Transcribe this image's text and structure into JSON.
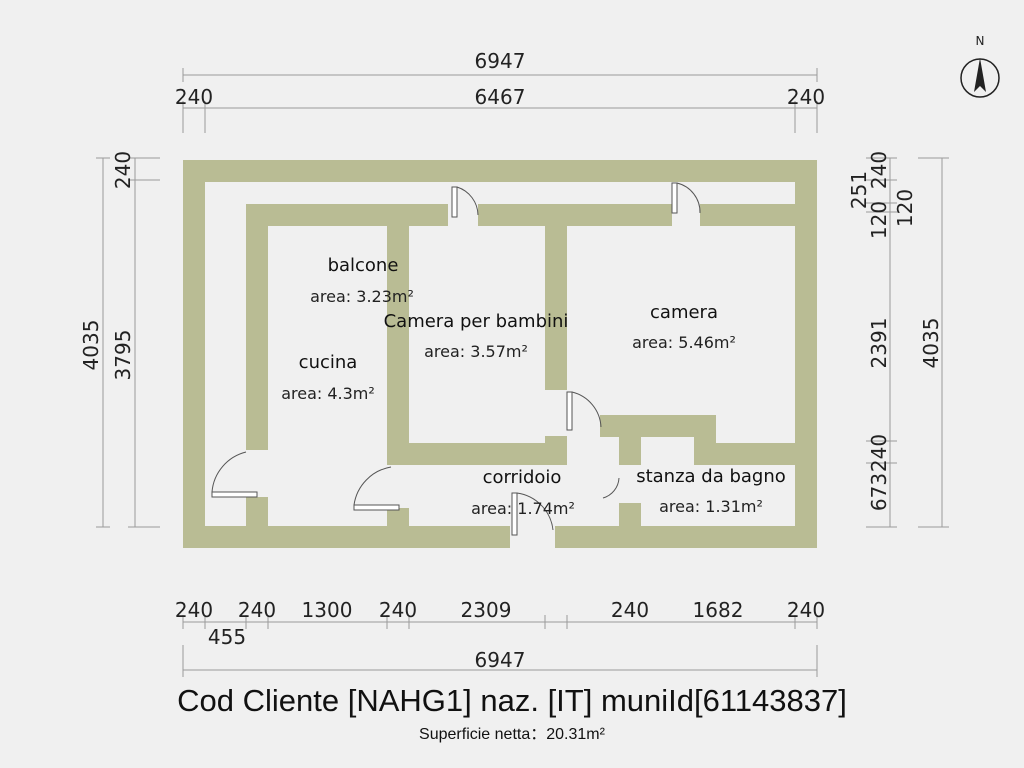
{
  "compass": {
    "label": "N"
  },
  "dimensions": {
    "top_total": "6947",
    "top_parts": [
      "240",
      "6467",
      "240"
    ],
    "left_total": "4035",
    "left_parts": [
      "240",
      "3795"
    ],
    "right_total": "4035",
    "right_parts": [
      "240",
      "251",
      "120",
      "120",
      "2391",
      "240",
      "673"
    ],
    "bottom_parts": [
      "240",
      "240",
      "1300",
      "240",
      "2309",
      "240",
      "1682",
      "240"
    ],
    "bottom_sub": "455",
    "bottom_total": "6947"
  },
  "rooms": [
    {
      "name": "balcone",
      "area": "area: 3.23m²"
    },
    {
      "name": "Camera per bambini",
      "area": "area: 3.57m²"
    },
    {
      "name": "camera",
      "area": "area: 5.46m²"
    },
    {
      "name": "cucina",
      "area": "area: 4.3m²"
    },
    {
      "name": "corridoio",
      "area": "area: 1.74m²"
    },
    {
      "name": "stanza da bagno",
      "area": "area: 1.31m²"
    }
  ],
  "footer": {
    "title": "Cod Cliente [NAHG1] naz. [IT] muniId[61143837]",
    "subtitle": "Superficie netta：20.31m²"
  },
  "colors": {
    "wall": "#b9bc94",
    "background": "#f0f0f0"
  }
}
